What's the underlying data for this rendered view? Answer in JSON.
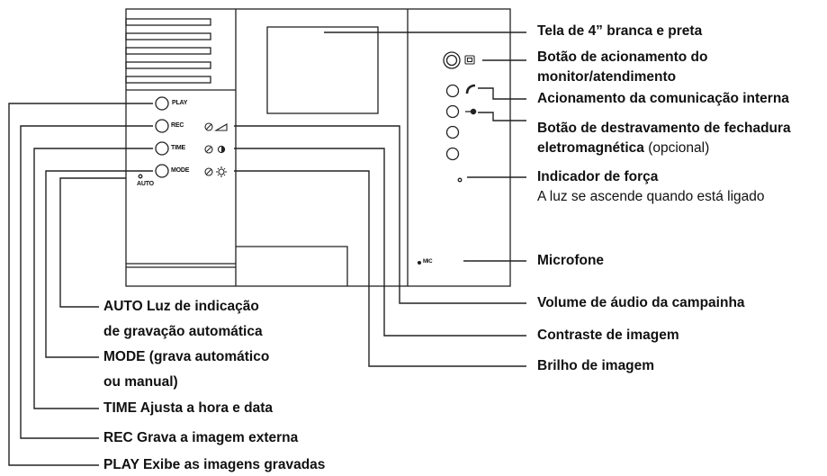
{
  "device": {
    "buttons": {
      "play": "PLAY",
      "rec": "REC",
      "time": "TIME",
      "mode": "MODE"
    },
    "auto": "AUTO",
    "mic": "MIC"
  },
  "right_labels": {
    "screen": "Tela de 4”  branca e preta",
    "monitor_line1": "Botão de acionamento do",
    "monitor_line2": "monitor/atendimento",
    "intercom": "Acionamento da comunicação interna",
    "lock_line1": "Botão de destravamento de fechadura",
    "lock_line2_bold": "eletromagnética",
    "lock_line2_normal": " (opcional)",
    "power_title": "Indicador de força",
    "power_desc": "A luz se ascende quando está ligado",
    "microphone": "Microfone",
    "volume": "Volume de áudio da campainha",
    "contrast": "Contraste de imagem",
    "brightness": "Brilho de imagem"
  },
  "left_labels": {
    "auto_line1": "AUTO Luz de indicação",
    "auto_line2": "de gravação automática",
    "mode_line1": "MODE (grava automático",
    "mode_line2": "ou manual)",
    "time": "TIME Ajusta a hora e data",
    "rec": "REC Grava a imagem externa",
    "play": "PLAY Exibe as imagens gravadas"
  }
}
